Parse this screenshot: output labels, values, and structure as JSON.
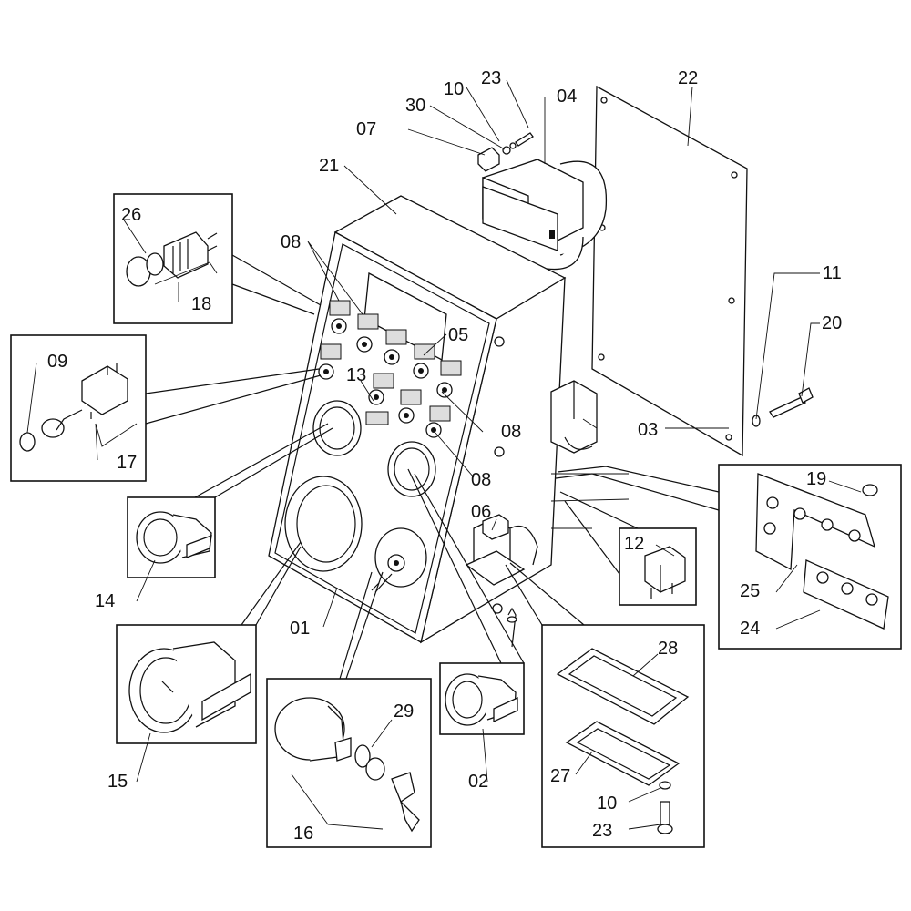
{
  "labels": {
    "p01": "01",
    "p02": "02",
    "p03": "03",
    "p04": "04",
    "p05": "05",
    "p06": "06",
    "p07": "07",
    "p08a": "08",
    "p08b": "08",
    "p08c": "08",
    "p09": "09",
    "p10a": "10",
    "p10b": "10",
    "p11": "11",
    "p12": "12",
    "p13": "13",
    "p14": "14",
    "p15": "15",
    "p16": "16",
    "p17": "17",
    "p18": "18",
    "p19": "19",
    "p20": "20",
    "p21": "21",
    "p22": "22",
    "p23a": "23",
    "p23b": "23",
    "p24": "24",
    "p25": "25",
    "p26": "26",
    "p27": "27",
    "p28": "28",
    "p29": "29",
    "p30": "30"
  }
}
